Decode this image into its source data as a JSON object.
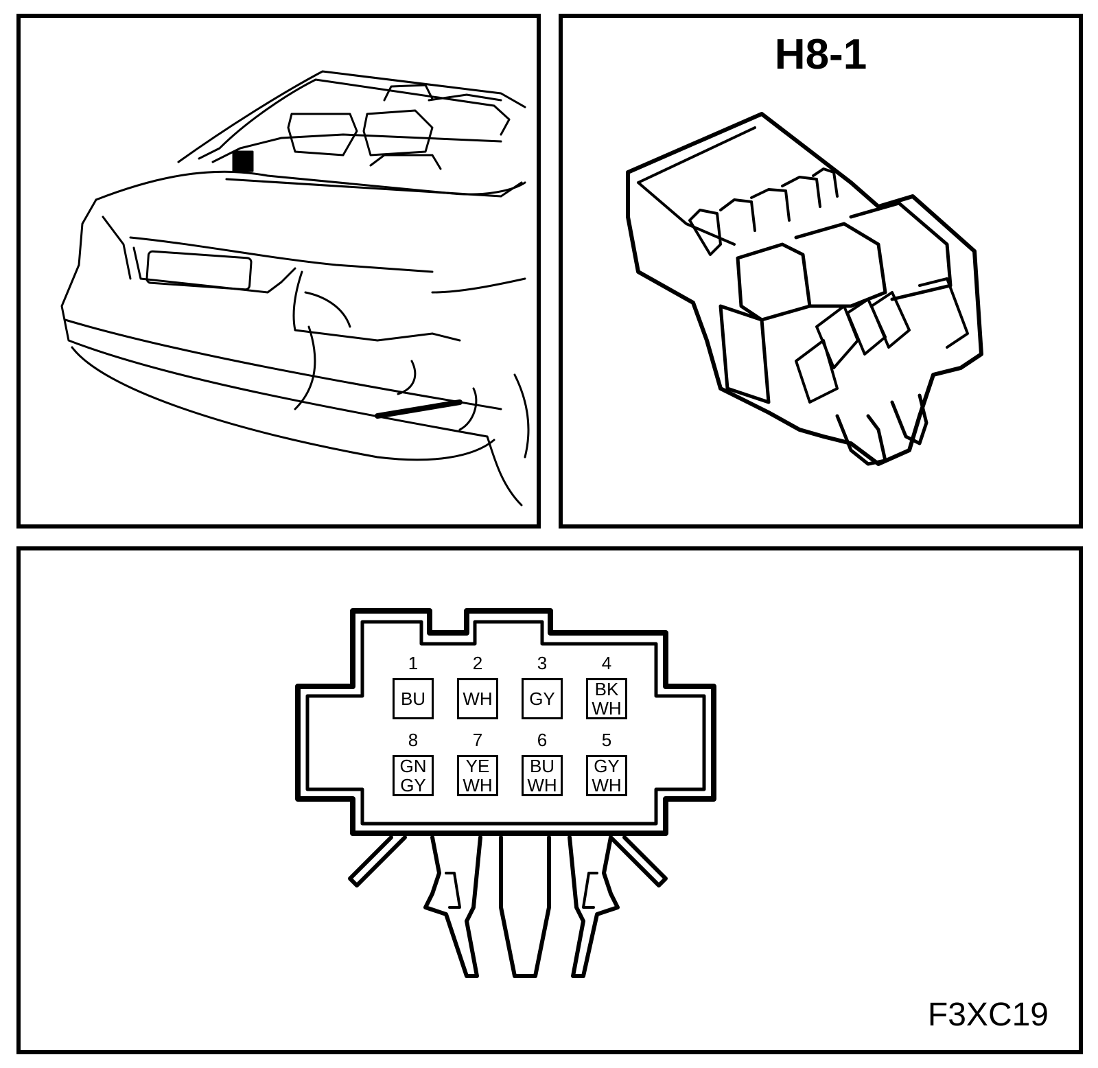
{
  "connector": {
    "title": "H8-1"
  },
  "figure": {
    "ref_code": "F3XC19"
  },
  "pins": [
    {
      "num": "1",
      "colors": [
        "BU"
      ]
    },
    {
      "num": "2",
      "colors": [
        "WH"
      ]
    },
    {
      "num": "3",
      "colors": [
        "GY"
      ]
    },
    {
      "num": "4",
      "colors": [
        "BK",
        "WH"
      ]
    },
    {
      "num": "5",
      "colors": [
        "GY",
        "WH"
      ]
    },
    {
      "num": "6",
      "colors": [
        "BU",
        "WH"
      ]
    },
    {
      "num": "7",
      "colors": [
        "YE",
        "WH"
      ]
    },
    {
      "num": "8",
      "colors": [
        "GN",
        "GY"
      ]
    }
  ],
  "colors": {
    "line": "#000000",
    "background": "#ffffff"
  }
}
